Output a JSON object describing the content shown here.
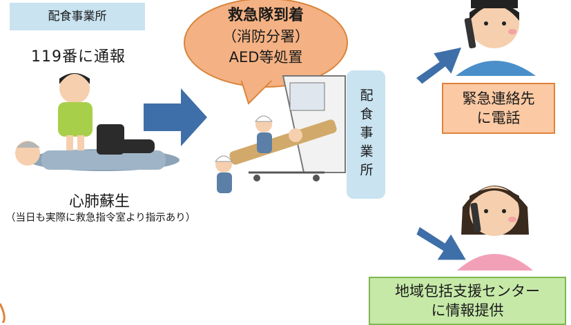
{
  "left": {
    "tag": "配食事業所",
    "call_text": "119番に通報",
    "cpr_label": "心肺蘇生",
    "note": "（当日も実際に救急指令室より指示あり）"
  },
  "bubble": {
    "line1": "救急隊到着",
    "line2": "（消防分署）",
    "line3": "AED等処置"
  },
  "vertical_label": "配食事業所",
  "right_top": {
    "line1": "緊急連絡先",
    "line2": "に電話"
  },
  "right_bottom": {
    "line1": "地域包括支援センター",
    "line2": "に情報提供"
  },
  "colors": {
    "arrow": "#3f6fa8",
    "bubble_fill": "#f4b183",
    "bubble_stroke": "#d9853b",
    "label_blue": "#c9e3f0",
    "orange_box": "#fbc9a3",
    "green_box": "#c6e9a8"
  }
}
